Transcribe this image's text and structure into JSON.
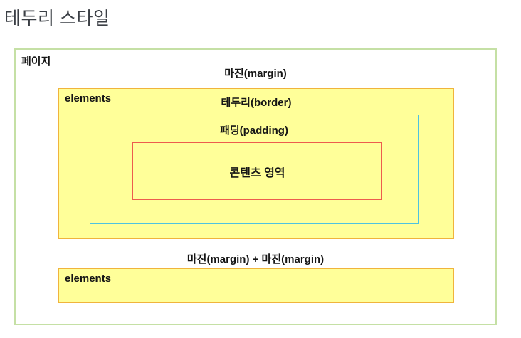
{
  "title": "테두리 스타일",
  "diagram": {
    "page_box": {
      "label": "페이지",
      "border_color": "#c5e0a5",
      "background": "#ffffff"
    },
    "captions": {
      "margin": "마진(margin)",
      "border": "테두리(border)",
      "padding": "패딩(padding)",
      "margin_plus_margin": "마진(margin) + 마진(margin)"
    },
    "elements_box_top": {
      "label": "elements",
      "border_color": "#f0b43c",
      "background": "#ffff99"
    },
    "elements_box_bottom": {
      "label": "elements",
      "border_color": "#f0b43c",
      "background": "#ffff99"
    },
    "padding_box": {
      "border_color": "#4ec3e0",
      "background": "#ffff99"
    },
    "content_box": {
      "label": "콘텐츠 영역",
      "border_color": "#ed5c4e",
      "background": "#ffff99"
    }
  }
}
